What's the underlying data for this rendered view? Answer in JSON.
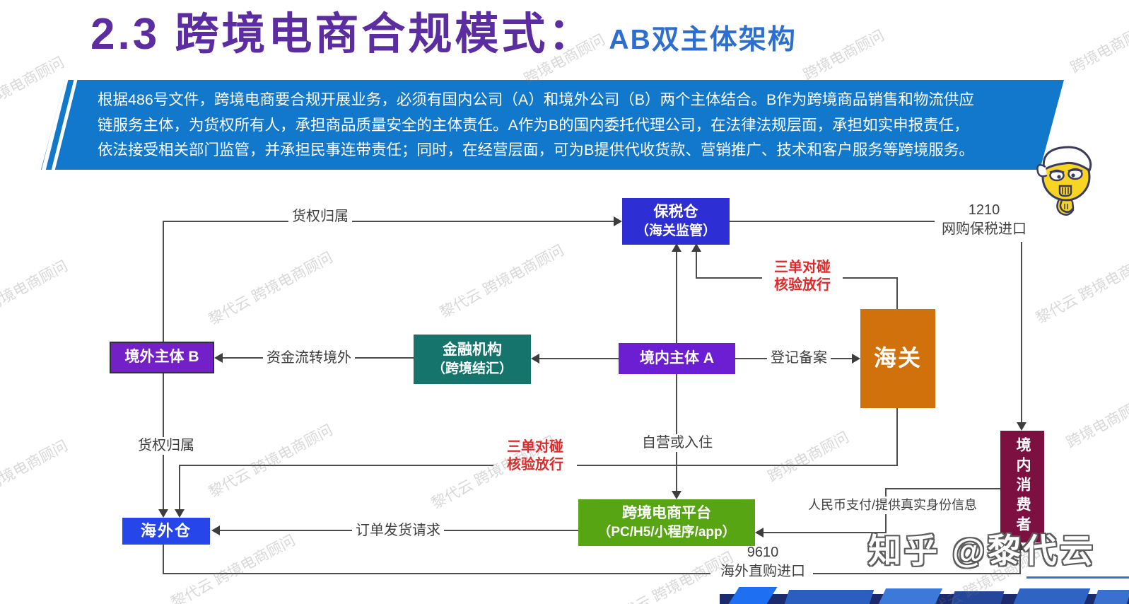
{
  "slide": {
    "title": "2.3 跨境电商合规模式：",
    "subtitle": "AB双主体架构",
    "banner_lines": [
      "根据486号文件，跨境电商要合规开展业务，必须有国内公司（A）和境外公司（B）两个主体结合。B作为跨境商品销售和物流供应",
      "链服务主体，为货权所有人，承担商品质量安全的主体责任。A作为B的国内委托代理公司，在法律法规层面，承担如实申报责任，",
      "依法接受相关部门监管，并承担民事连带责任；同时，在经营层面，可为B提供代收货款、营销推广、技术和客户服务等跨境服务。"
    ]
  },
  "nodes": {
    "bonded_warehouse": {
      "line1": "保税仓",
      "line2": "（海关监管）",
      "color": "#2D2FD4"
    },
    "overseas_entity_b": {
      "label": "境外主体 B",
      "color": "#7420C8"
    },
    "financial_institution": {
      "line1": "金融机构",
      "line2": "（跨境结汇）",
      "color": "#15756C"
    },
    "domestic_entity_a": {
      "label": "境内主体 A",
      "color": "#6C1ED2"
    },
    "customs": {
      "label": "海关",
      "color": "#D1710C"
    },
    "domestic_consumer": {
      "label": "境内消费者",
      "color": "#7C1040"
    },
    "overseas_warehouse": {
      "label": "海外仓",
      "color": "#2646EA"
    },
    "ecommerce_platform": {
      "line1": "跨境电商平台",
      "line2": "（PC/H5/小程序/app）",
      "color": "#58A513"
    }
  },
  "edges": {
    "ownership_top": "货权归属",
    "ownership_left": "货权归属",
    "bonded_import_code": "1210",
    "bonded_import_name": "网购保税进口",
    "three_docs_line1": "三单对碰",
    "three_docs_line2": "核验放行",
    "funds_transfer": "资金流转境外",
    "registration": "登记备案",
    "self_operate": "自营或入住",
    "order_request": "订单发货请求",
    "rmb_payment": "人民币支付/提供真实身份信息",
    "direct_import_code": "9610",
    "direct_import_name": "海外直购进口"
  },
  "watermarks": {
    "full": "黎代云 跨境电商顾问",
    "short": "跨境电商顾问",
    "signature": "知乎 @黎代云"
  },
  "accent_colors": {
    "title_purple": "#5B2DA0",
    "subtitle_blue": "#2D6FD0",
    "banner_blue": "#1278CC",
    "line_red": "#E02A2A"
  }
}
